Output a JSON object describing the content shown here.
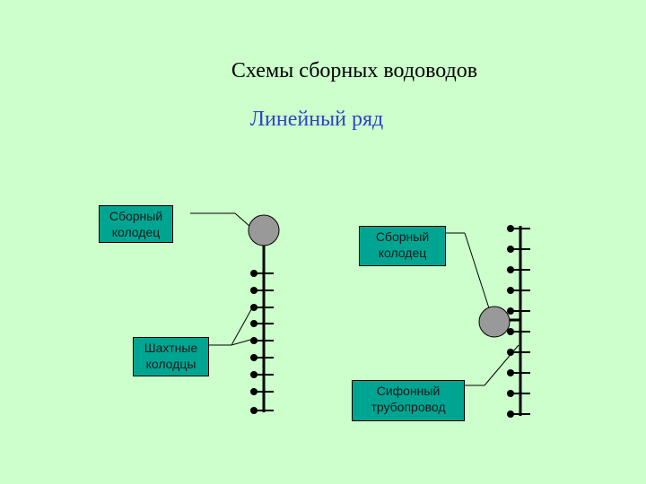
{
  "slide": {
    "title": "Схемы сборных водоводов",
    "subtitle": "Линейный ряд"
  },
  "labels": {
    "left_collector": [
      "Сборный",
      "колодец"
    ],
    "left_shafts": [
      "Шахтные",
      "колодцы"
    ],
    "right_collector": [
      "Сборный",
      "колодец"
    ],
    "right_siphon": [
      "Сифонный",
      "трубопровод"
    ]
  },
  "colors": {
    "background": "#ccffcc",
    "label_fill": "#00a592",
    "well_fill": "#999999",
    "title": "#000000",
    "subtitle": "#2f44c8"
  }
}
